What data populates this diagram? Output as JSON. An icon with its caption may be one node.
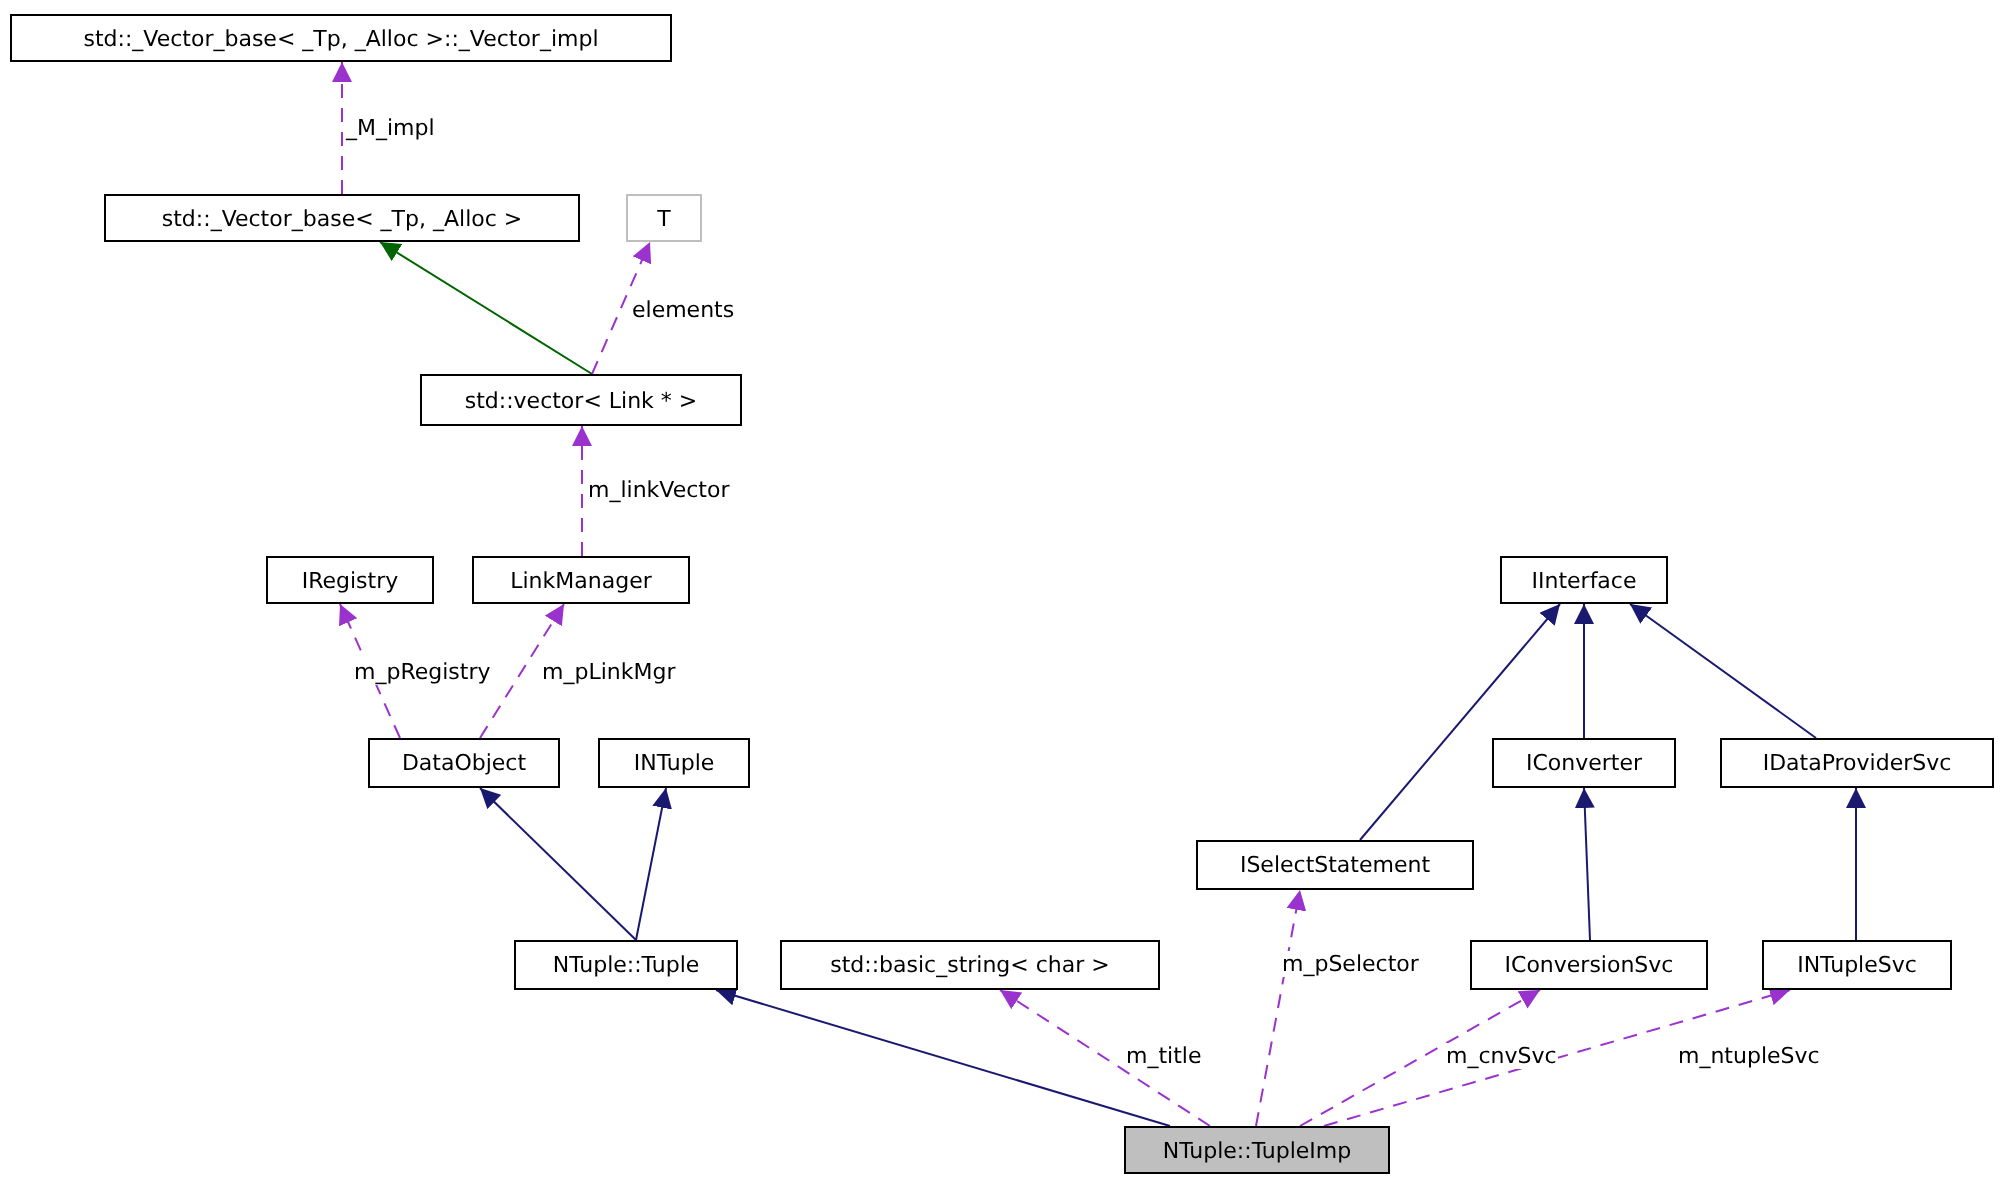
{
  "diagram": {
    "nodes": [
      {
        "text": [
          "std::_Vector_base< _Tp, _Alloc >::_Vector_impl"
        ]
      },
      {
        "text": [
          "std::_Vector_base< _Tp, _Alloc >"
        ]
      },
      {
        "text": [
          "T"
        ]
      },
      {
        "text": [
          "std::vector< Link * >"
        ]
      },
      {
        "text": [
          "IRegistry"
        ]
      },
      {
        "text": [
          "LinkManager"
        ]
      },
      {
        "text": [
          "IInterface"
        ]
      },
      {
        "text": [
          "DataObject"
        ]
      },
      {
        "text": [
          "INTuple"
        ]
      },
      {
        "text": [
          "IConverter"
        ]
      },
      {
        "text": [
          "IDataProviderSvc"
        ]
      },
      {
        "text": [
          "ISelectStatement"
        ]
      },
      {
        "text": [
          "NTuple::Tuple"
        ]
      },
      {
        "text": [
          "std::basic_string< char >"
        ]
      },
      {
        "text": [
          "IConversionSvc"
        ]
      },
      {
        "text": [
          "INTupleSvc"
        ]
      },
      {
        "text": [
          "NTuple::TupleImp"
        ]
      }
    ],
    "edges": [
      {
        "from": 1,
        "to": 0,
        "arrow": "to",
        "label": "_M_impl",
        "style": "dashed",
        "color": "#9a32cd"
      },
      {
        "from": 3,
        "to": 1,
        "arrow": "to",
        "color": "#006400"
      },
      {
        "from": 3,
        "to": 2,
        "arrow": "to",
        "label": "elements",
        "style": "dashed",
        "color": "#9a32cd"
      },
      {
        "from": 5,
        "to": 3,
        "arrow": "to",
        "label": "m_linkVector",
        "style": "dashed",
        "color": "#9a32cd"
      },
      {
        "from": 7,
        "to": 4,
        "arrow": "to",
        "label": "m_pRegistry",
        "style": "dashed",
        "color": "#9a32cd"
      },
      {
        "from": 7,
        "to": 5,
        "arrow": "to",
        "label": "m_pLinkMgr",
        "style": "dashed",
        "color": "#9a32cd"
      },
      {
        "from": 12,
        "to": 7,
        "arrow": "to",
        "color": "#191970"
      },
      {
        "from": 12,
        "to": 8,
        "arrow": "to",
        "color": "#191970"
      },
      {
        "from": 11,
        "to": 6,
        "arrow": "to",
        "color": "#191970"
      },
      {
        "from": 9,
        "to": 6,
        "arrow": "to",
        "color": "#191970"
      },
      {
        "from": 10,
        "to": 6,
        "arrow": "to",
        "color": "#191970"
      },
      {
        "from": 14,
        "to": 9,
        "arrow": "to",
        "color": "#191970"
      },
      {
        "from": 15,
        "to": 10,
        "arrow": "to",
        "color": "#191970"
      },
      {
        "from": 16,
        "to": 12,
        "arrow": "to",
        "color": "#191970"
      },
      {
        "from": 16,
        "to": 13,
        "arrow": "to",
        "label": "m_title",
        "style": "dashed",
        "color": "#9a32cd"
      },
      {
        "from": 16,
        "to": 11,
        "arrow": "to",
        "label": "m_pSelector",
        "style": "dashed",
        "color": "#9a32cd"
      },
      {
        "from": 16,
        "to": 14,
        "arrow": "to",
        "label": "m_cnvSvc",
        "style": "dashed",
        "color": "#9a32cd"
      },
      {
        "from": 16,
        "to": 15,
        "arrow": "to",
        "label": "m_ntupleSvc",
        "style": "dashed",
        "color": "#9a32cd"
      }
    ]
  }
}
